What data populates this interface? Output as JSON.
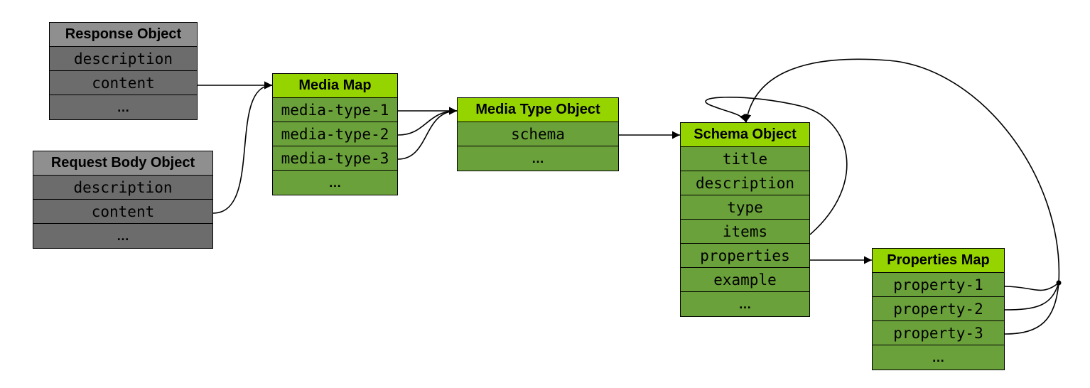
{
  "tables": {
    "response": {
      "title": "Response Object",
      "rows": [
        "description",
        "content",
        "…"
      ]
    },
    "request": {
      "title": "Request Body Object",
      "rows": [
        "description",
        "content",
        "…"
      ]
    },
    "media_map": {
      "title": "Media Map",
      "rows": [
        "media-type-1",
        "media-type-2",
        "media-type-3",
        "…"
      ]
    },
    "media_type": {
      "title": "Media Type Object",
      "rows": [
        "schema",
        "…"
      ]
    },
    "schema": {
      "title": "Schema Object",
      "rows": [
        "title",
        "description",
        "type",
        "items",
        "properties",
        "example",
        "…"
      ]
    },
    "properties_map": {
      "title": "Properties Map",
      "rows": [
        "property-1",
        "property-2",
        "property-3",
        "…"
      ]
    }
  },
  "colors": {
    "gray_header": "#8f8f8f",
    "gray_cell": "#6c6c6c",
    "green_header": "#96d400",
    "green_cell": "#6aa13a",
    "edge": "#000000"
  }
}
